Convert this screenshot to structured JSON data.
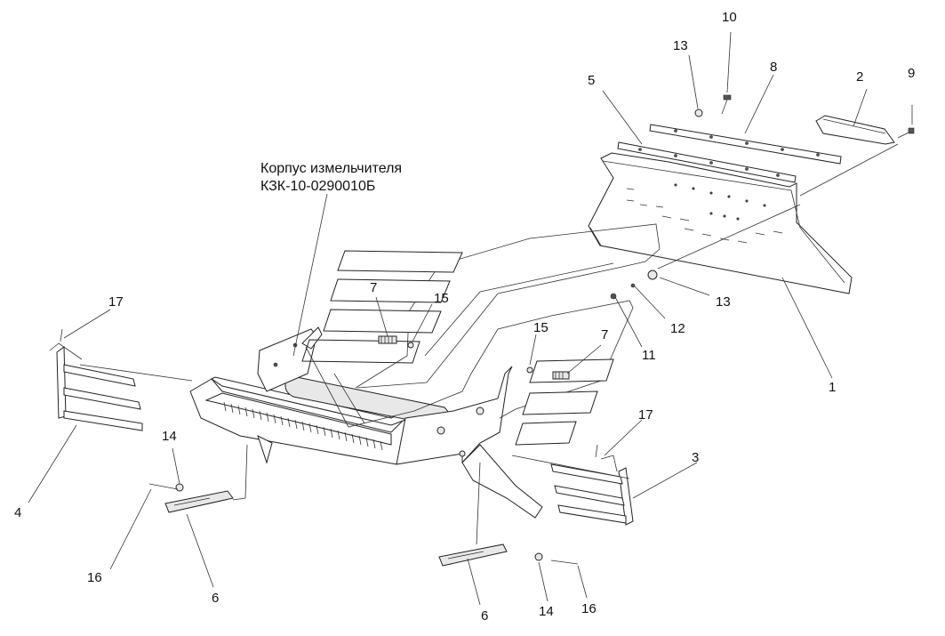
{
  "title_text": {
    "line1": "Корпус измельчителя",
    "line2": "КЗК-10-0290010Б"
  },
  "callouts": [
    {
      "id": "c1",
      "text": "1"
    },
    {
      "id": "c2",
      "text": "2"
    },
    {
      "id": "c3",
      "text": "3"
    },
    {
      "id": "c4",
      "text": "4"
    },
    {
      "id": "c5",
      "text": "5"
    },
    {
      "id": "c6a",
      "text": "6"
    },
    {
      "id": "c6b",
      "text": "6"
    },
    {
      "id": "c7a",
      "text": "7"
    },
    {
      "id": "c7b",
      "text": "7"
    },
    {
      "id": "c8",
      "text": "8"
    },
    {
      "id": "c9",
      "text": "9"
    },
    {
      "id": "c10",
      "text": "10"
    },
    {
      "id": "c11",
      "text": "11"
    },
    {
      "id": "c12",
      "text": "12"
    },
    {
      "id": "c13a",
      "text": "13"
    },
    {
      "id": "c13b",
      "text": "13"
    },
    {
      "id": "c14a",
      "text": "14"
    },
    {
      "id": "c14b",
      "text": "14"
    },
    {
      "id": "c15a",
      "text": "15"
    },
    {
      "id": "c15b",
      "text": "15"
    },
    {
      "id": "c16a",
      "text": "16"
    },
    {
      "id": "c16b",
      "text": "16"
    },
    {
      "id": "c17a",
      "text": "17"
    },
    {
      "id": "c17b",
      "text": "17"
    }
  ]
}
